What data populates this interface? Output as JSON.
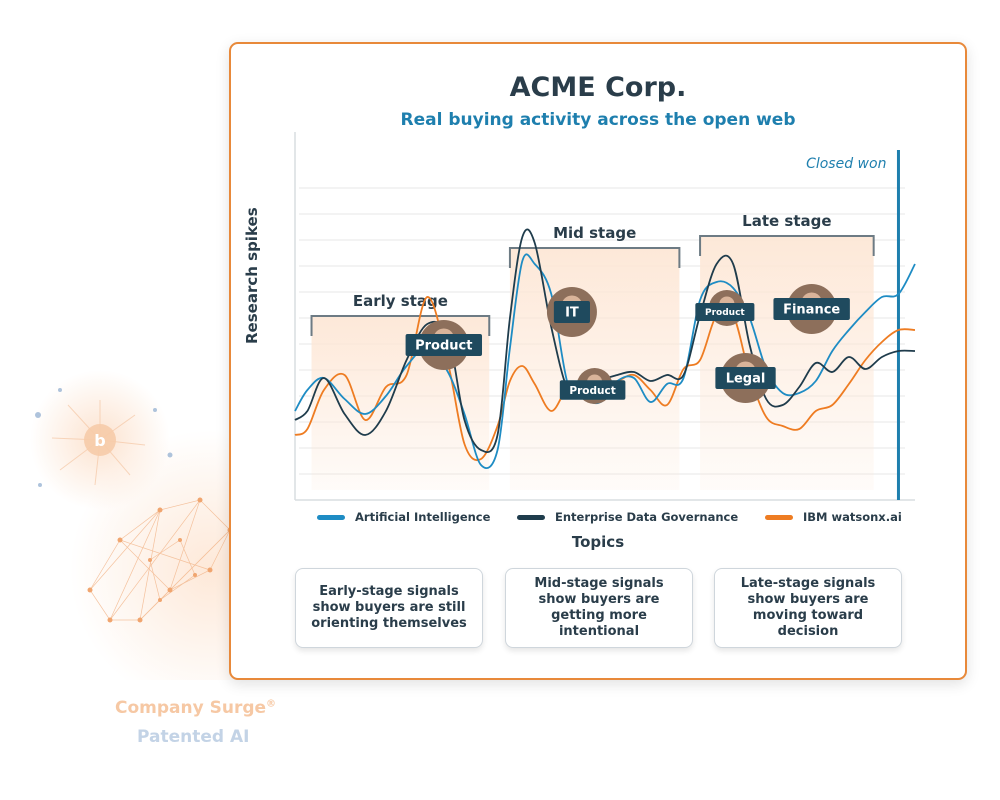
{
  "header": {
    "title": "ACME Corp.",
    "subtitle": "Real buying activity across the open web"
  },
  "chart_data": {
    "type": "line",
    "title": "ACME Corp.",
    "subtitle": "Real buying activity across the open web",
    "xlabel": "Topics",
    "ylabel": "Research spikes",
    "grid": true,
    "legend_position": "bottom",
    "y_ticks_shown": false,
    "x_ticks_shown": false,
    "xlim": [
      0,
      100
    ],
    "ylim": [
      0,
      100
    ],
    "stages": [
      {
        "label": "Early stage",
        "start": 4,
        "end": 47
      },
      {
        "label": "Mid stage",
        "start": 52,
        "end": 93
      },
      {
        "label": "Late stage",
        "start": 98,
        "end": 140
      }
    ],
    "end_marker": {
      "label": "Closed won",
      "x": 146
    },
    "series": [
      {
        "name": "Artificial Intelligence",
        "color": "#1e8cc4",
        "x": [
          0,
          3,
          7,
          12,
          17,
          22,
          27,
          32,
          37,
          41,
          45,
          49,
          52,
          55,
          58,
          62,
          66,
          70,
          74,
          78,
          82,
          86,
          90,
          94,
          98,
          102,
          106,
          110,
          114,
          118,
          122,
          126,
          130,
          134,
          138,
          142,
          146,
          150
        ],
        "y": [
          23,
          30,
          34,
          27,
          22,
          28,
          38,
          44,
          36,
          22,
          5,
          10,
          44,
          73,
          72,
          62,
          32,
          27,
          26,
          33,
          34,
          26,
          32,
          34,
          60,
          66,
          64,
          54,
          37,
          29,
          29,
          33,
          43,
          50,
          56,
          61,
          62,
          72
        ]
      },
      {
        "name": "Enterprise Data Governance",
        "color": "#1f3c4c",
        "x": [
          0,
          3,
          7,
          12,
          17,
          22,
          27,
          32,
          37,
          41,
          45,
          49,
          52,
          55,
          58,
          62,
          66,
          70,
          74,
          78,
          82,
          86,
          90,
          94,
          98,
          102,
          106,
          110,
          114,
          118,
          122,
          126,
          130,
          134,
          138,
          142,
          146,
          150
        ],
        "y": [
          20,
          23,
          34,
          22,
          15,
          23,
          40,
          52,
          48,
          20,
          10,
          15,
          54,
          81,
          79,
          51,
          30,
          28,
          33,
          35,
          36,
          33,
          35,
          35,
          55,
          72,
          72,
          45,
          27,
          25,
          31,
          39,
          36,
          41,
          37,
          41,
          43,
          43
        ]
      },
      {
        "name": "IBM watsonx.ai",
        "color": "#ee7c22",
        "x": [
          0,
          3,
          7,
          12,
          17,
          22,
          27,
          32,
          37,
          41,
          45,
          49,
          52,
          55,
          58,
          62,
          66,
          70,
          74,
          78,
          82,
          86,
          90,
          94,
          98,
          102,
          106,
          110,
          114,
          118,
          122,
          126,
          130,
          134,
          138,
          142,
          146,
          150
        ],
        "y": [
          15,
          17,
          30,
          35,
          20,
          31,
          35,
          61,
          39,
          12,
          7,
          18,
          33,
          38,
          32,
          23,
          31,
          33,
          32,
          33,
          35,
          30,
          25,
          37,
          40,
          55,
          55,
          35,
          21,
          18,
          17,
          23,
          25,
          32,
          40,
          46,
          50,
          50
        ]
      }
    ],
    "annotations": [
      {
        "label": "Product",
        "x": 36,
        "y": 45
      },
      {
        "label": "IT",
        "x": 67,
        "y": 56
      },
      {
        "label": "Product",
        "x": 72,
        "y": 30
      },
      {
        "label": "Product",
        "x": 104,
        "y": 56
      },
      {
        "label": "Finance",
        "x": 125,
        "y": 57
      },
      {
        "label": "Legal",
        "x": 109,
        "y": 34
      }
    ]
  },
  "info_boxes": [
    "Early-stage signals show buyers are still orienting themselves",
    "Mid-stage signals show buyers are getting more intentional",
    "Late-stage signals show buyers are moving toward decision"
  ],
  "branding": {
    "line1": "Company Surge",
    "registered_mark": "®",
    "line2": "Patented AI"
  },
  "colors": {
    "card_border": "#e8893a",
    "stage_fill": "#fde7d6",
    "tag_bg": "#1f4a5e",
    "closed_won_line": "#1e7fae"
  }
}
